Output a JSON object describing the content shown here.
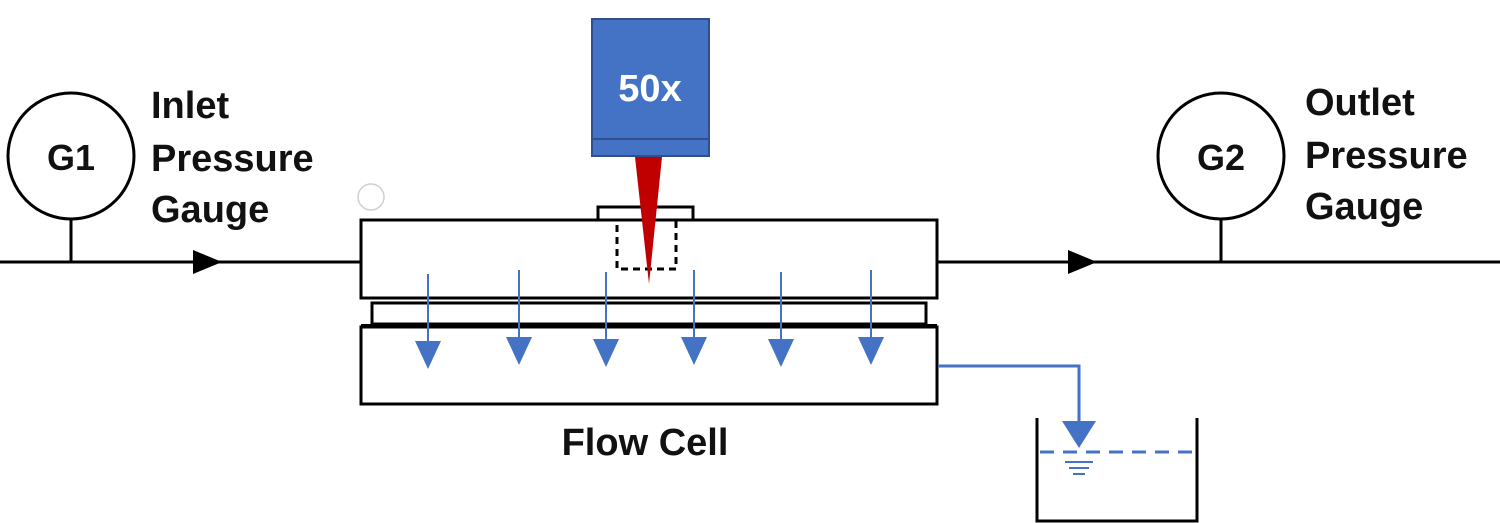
{
  "inlet_gauge": {
    "id": "G1",
    "label_lines": [
      "Inlet",
      "Pressure",
      "Gauge"
    ]
  },
  "outlet_gauge": {
    "id": "G2",
    "label_lines": [
      "Outlet",
      "Pressure",
      "Gauge"
    ]
  },
  "objective": {
    "label": "50x"
  },
  "flow_cell": {
    "label": "Flow Cell"
  },
  "colors": {
    "line": "#000000",
    "objective_fill": "#4472c4",
    "objective_edge": "#2f4f8f",
    "laser": "#c00000",
    "flow": "#4472c4"
  },
  "icons": {
    "flow_direction": "arrow-right",
    "permeate_flow": "arrow-down",
    "water_level": "water-level-symbol"
  }
}
